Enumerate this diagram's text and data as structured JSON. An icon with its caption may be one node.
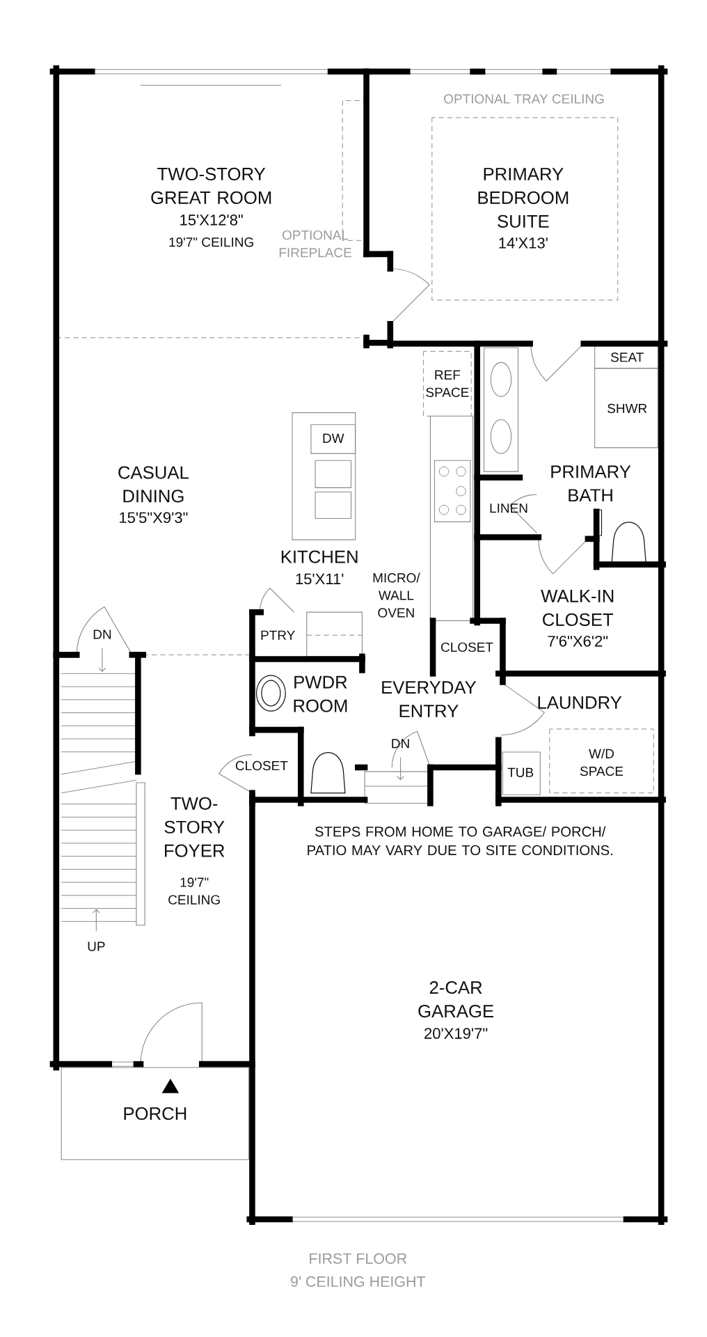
{
  "diagram": {
    "labels": [
      "OPTIONAL TRAY CEILING",
      "TWO-STORY GREAT ROOM",
      "15'X12'8\"",
      "19'7\" CEILING",
      "PRIMARY BEDROOM SUITE",
      "14'X13'",
      "OPTIONAL FIREPLACE",
      "REF SPACE",
      "SEAT",
      "DW",
      "SHWR",
      "CASUAL DINING",
      "15'5\"X9'3\"",
      "PRIMARY BATH",
      "LINEN",
      "KITCHEN",
      "15'X11'",
      "MICRO/ WALL OVEN",
      "WALK-IN CLOSET",
      "7'6\"X6'2\"",
      "DN",
      "PTRY",
      "CLOSET",
      "PWDR ROOM",
      "EVERYDAY ENTRY",
      "LAUNDRY",
      "DN",
      "CLOSET",
      "W/D SPACE",
      "TUB",
      "STEPS FROM HOME TO GARAGE/ PORCH/ PATIO MAY VARY DUE TO SITE CONDITIONS.",
      "TWO-STORY FOYER",
      "19'7\" CEILING",
      "UP",
      "2-CAR GARAGE",
      "20'X19'7\"",
      "PORCH",
      "FIRST FLOOR",
      "9' CEILING HEIGHT"
    ]
  }
}
